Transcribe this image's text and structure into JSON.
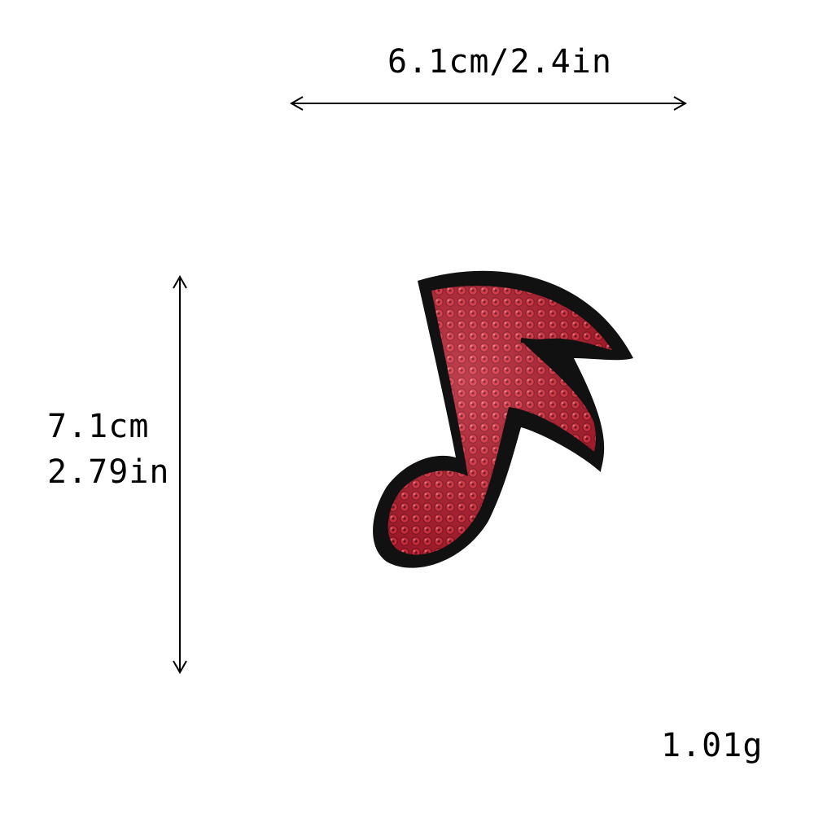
{
  "dimensions": {
    "width_label": "6.1cm/2.4in",
    "height_cm_label": "7.1cm",
    "height_in_label": "2.79in"
  },
  "weight_label": "1.01g",
  "product": {
    "icon": "music-note-icon",
    "colors": {
      "sequin": "#d61f33",
      "sequin_highlight": "#ff6b7a",
      "border": "#111111"
    }
  }
}
